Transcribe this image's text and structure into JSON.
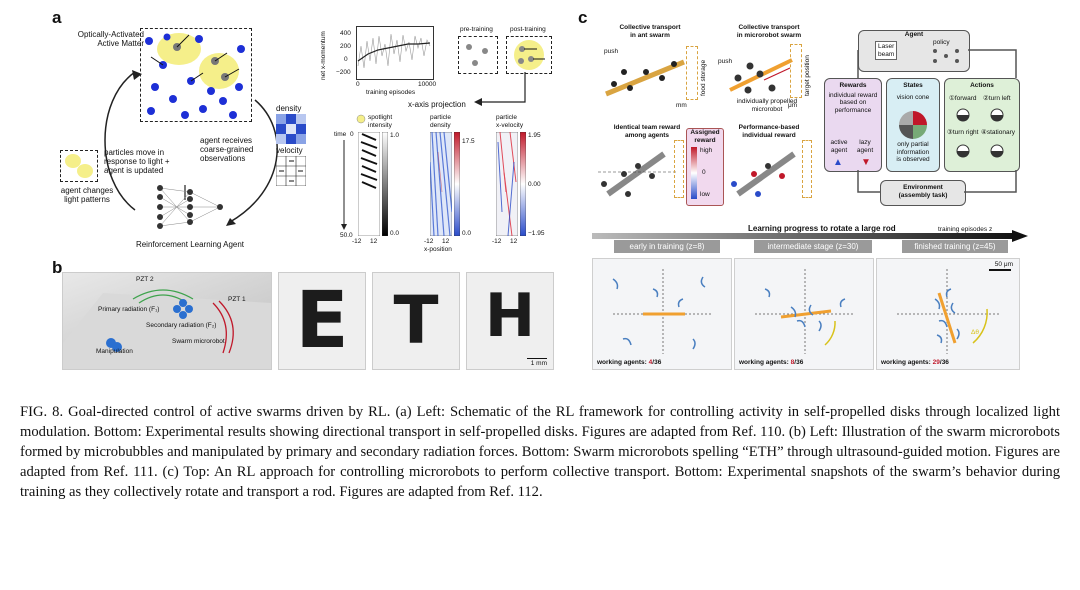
{
  "figure": {
    "panel_a": {
      "letter": "a",
      "title_label": "Optically-Activated\nActive Matter",
      "particles_label": "particles move in\nresponse to light +\nagent is updated",
      "light_label": "agent changes\nlight patterns",
      "observe_label": "agent receives\ncoarse-grained\nobservations",
      "rl_agent_label": "Reinforcement Learning Agent",
      "density_label": "density",
      "velocity_label": "velocity",
      "plot_ylabel": "net x-momentum",
      "plot_xlabel": "training episodes",
      "plot_yticks": [
        "400",
        "200",
        "0",
        "−200"
      ],
      "plot_xticks": [
        "0",
        "10000"
      ],
      "pre_training": "pre-training",
      "post_training": "post-training",
      "projection_label": "x-axis projection",
      "spotlight_label": "spotlight\nintensity",
      "density_col_label": "particle\ndensity",
      "velocity_col_label": "particle\nx-velocity",
      "time_label": "time",
      "time_ticks": [
        "0",
        "50.0"
      ],
      "x_ticks": [
        "-12",
        "12"
      ],
      "xposition_label": "x-position",
      "cb1": [
        "1.0",
        "0.0"
      ],
      "cb2": [
        "17.5",
        "0.0"
      ],
      "cb3": [
        "1.95",
        "0.00",
        "−1.95"
      ]
    },
    "panel_b": {
      "letter": "b",
      "pzt2": "PZT 2",
      "pzt1": "PZT 1",
      "primary": "Primary radiation (F₁)",
      "secondary": "Secondary radiation (F₂)",
      "manipulation": "Manipulation",
      "swarm": "Swarm microrobot",
      "letters": [
        "E",
        "T",
        "H"
      ],
      "scale": "1 mm"
    },
    "panel_c": {
      "letter": "c",
      "ant_title": "Collective transport\nin ant swarm",
      "robot_title": "Collective transport\nin microrobot swarm",
      "push": "push",
      "food_storage": "food storage",
      "target_position": "target position",
      "mm": "mm",
      "um": "μm",
      "propelled": "individually propelled\nmicrorobot",
      "team_reward": "Identical team reward\namong agents",
      "assigned_reward": "Assigned\nreward",
      "high": "high",
      "zero": "0",
      "low": "low",
      "perf_reward": "Performance-based\nindividual reward",
      "agent": "Agent",
      "laser_beam": "Laser\nbeam",
      "policy": "policy",
      "rewards": "Rewards",
      "rewards_text": "individual reward\nbased on\nperformance",
      "active_agent": "active\nagent",
      "lazy_agent": "lazy\nagent",
      "states": "States",
      "vision_cone": "vision cone",
      "partial_info": "only partial\ninformation\nis observed",
      "actions": "Actions",
      "action_items": [
        "①forward",
        "②turn left",
        "③turn right",
        "④stationary"
      ],
      "environment": "Environment\n(assembly task)",
      "progress_title": "Learning progress to rotate a large rod",
      "episodes_label": "training episodes z",
      "stages": [
        "early in training (z=8)",
        "intermediate stage (z=30)",
        "finished training (z=45)"
      ],
      "scale": "50 μm",
      "working_label": "working agents: ",
      "working_counts": [
        "4",
        "8",
        "29"
      ],
      "working_total": "/36",
      "delta_theta": "Δθ"
    },
    "caption": "FIG. 8. Goal-directed control of active swarms driven by RL. (a) Left: Schematic of the RL framework for controlling activity in self-propelled disks through localized light modulation. Bottom: Experimental results showing directional transport in self-propelled disks. Figures are adapted from Ref. 110. (b) Left: Illustration of the swarm microrobots formed by microbubbles and manipulated by primary and secondary radiation forces. Bottom: Swarm microrobots spelling “ETH” through ultrasound-guided motion. Figures are adapted from Ref. 111. (c) Top: An RL approach for controlling microrobots to perform collective transport. Bottom: Experimental snapshots of the swarm’s behavior during training as they collectively rotate and transport a rod. Figures are adapted from Ref. 112."
  }
}
